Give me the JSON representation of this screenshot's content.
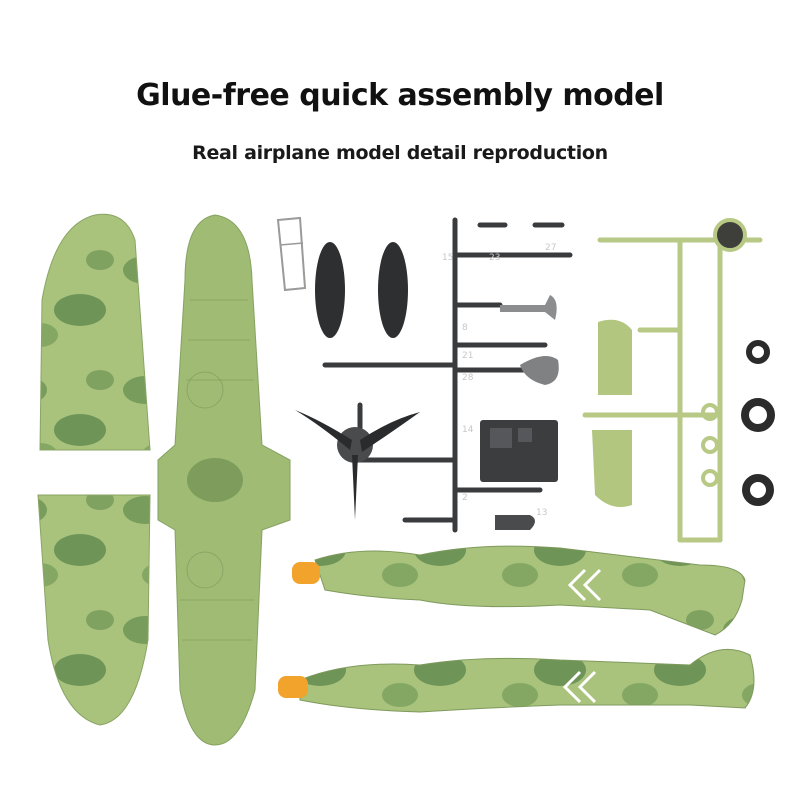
{
  "headline": "Glue-free quick assembly model",
  "subheadline": "Real airplane model detail reproduction",
  "colors": {
    "camo_light": "#a9c27c",
    "camo_dark": "#5f8a4e",
    "sprue_gray": "#3a3b3d",
    "sprue_green": "#b7c984",
    "nose_orange": "#f2a32b"
  },
  "sprue_part_numbers": [
    "15",
    "23",
    "27",
    "8",
    "21",
    "28",
    "14",
    "2",
    "13"
  ]
}
